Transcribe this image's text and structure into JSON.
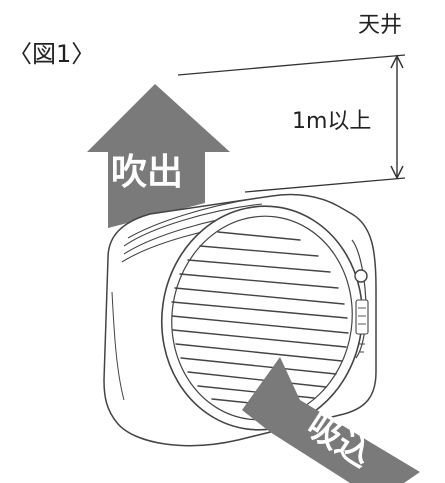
{
  "figure_label": "〈図1〉",
  "ceiling_label": "天井",
  "distance_label": "1m以上",
  "outlet_label": "吹出",
  "inlet_label": "吸込",
  "colors": {
    "arrow_fill": "#7a7a7a",
    "line": "#333333",
    "device_outline": "#444444",
    "text": "#222222"
  }
}
